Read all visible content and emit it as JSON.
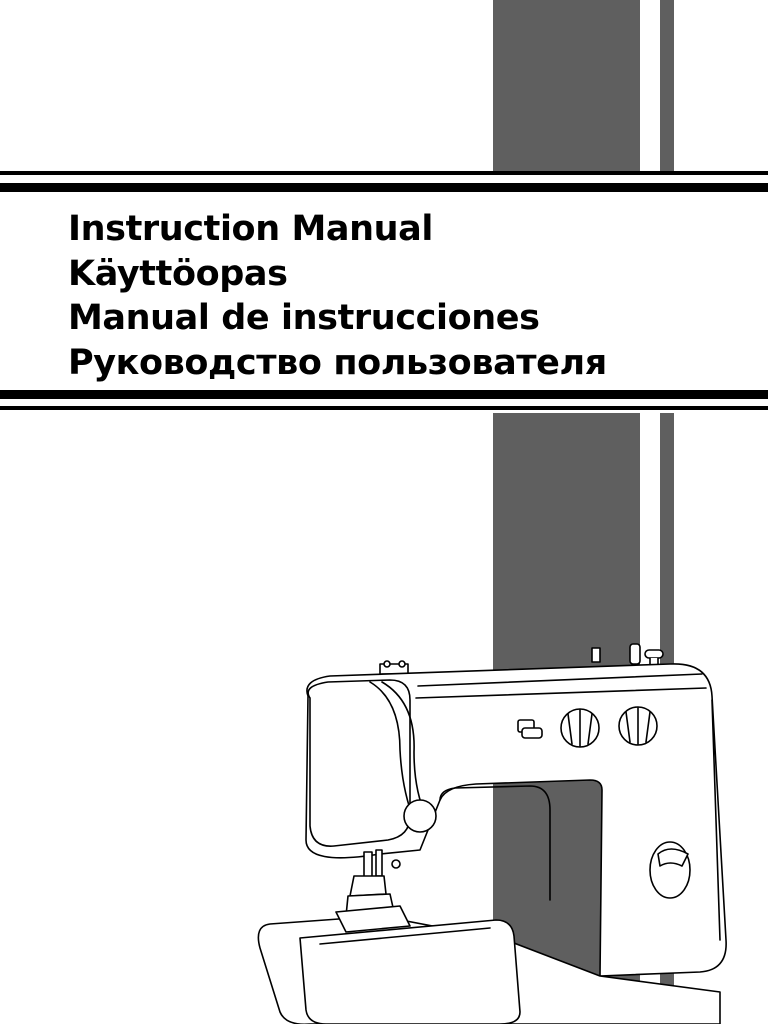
{
  "titles": {
    "english": "Instruction Manual",
    "finnish": "Käyttöopas",
    "spanish": "Manual de instrucciones",
    "russian": "Руководство пользователя"
  },
  "colors": {
    "stripe": "#5f5f5f",
    "rule": "#000000",
    "background": "#ffffff"
  },
  "illustration": "sewing-machine-line-drawing"
}
